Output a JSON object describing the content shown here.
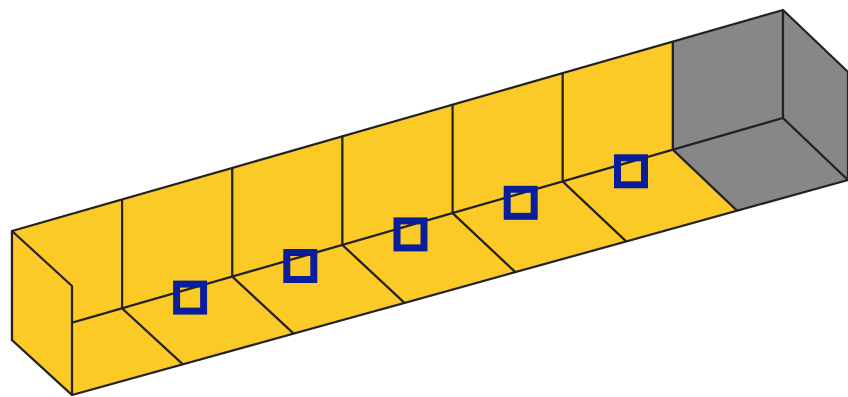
{
  "diagram": {
    "type": "strip of cells in perspective",
    "cells": [
      {
        "state": "filled",
        "has_marker": false
      },
      {
        "state": "filled",
        "has_marker": true
      },
      {
        "state": "filled",
        "has_marker": true
      },
      {
        "state": "filled",
        "has_marker": true
      },
      {
        "state": "filled",
        "has_marker": true
      },
      {
        "state": "filled",
        "has_marker": true
      },
      {
        "state": "blocked",
        "has_marker": false
      }
    ],
    "colors": {
      "filled": "#fcca27",
      "blocked": "#878787",
      "marker": "#0a1e9c",
      "outline": "#222222"
    }
  }
}
